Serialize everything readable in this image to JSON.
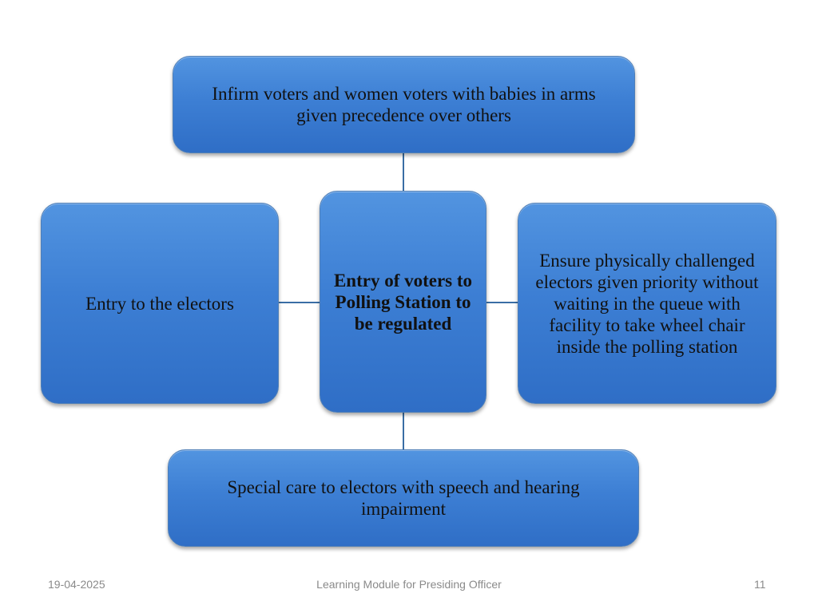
{
  "diagram": {
    "center": "Entry of voters to Polling Station to be regulated",
    "top": "Infirm voters and women voters with babies in arms given precedence over others",
    "left": "Entry to the electors",
    "right": "Ensure physically challenged electors given priority without waiting in the queue with facility to take wheel chair inside the polling station",
    "bottom": "Special care to electors with speech and hearing impairment"
  },
  "footer": {
    "date": "19-04-2025",
    "title": "Learning Module for Presiding Officer",
    "page_number": "11"
  }
}
